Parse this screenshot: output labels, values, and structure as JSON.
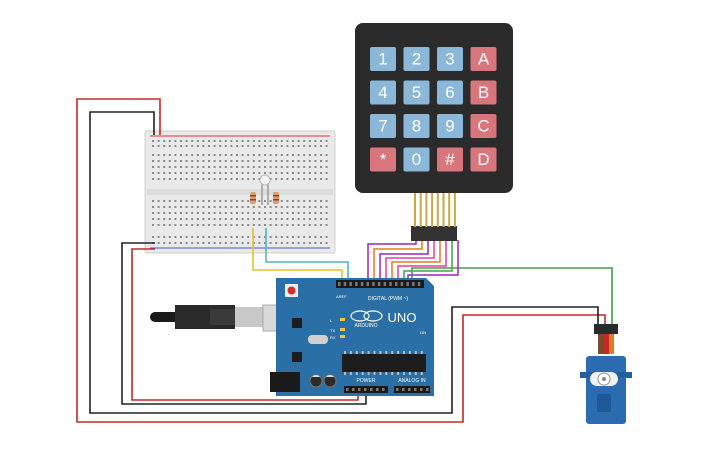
{
  "keypad": {
    "keys": [
      "1",
      "2",
      "3",
      "A",
      "4",
      "5",
      "6",
      "B",
      "7",
      "8",
      "9",
      "C",
      "*",
      "0",
      "#",
      "D"
    ]
  },
  "arduino": {
    "brand": "ARDUINO",
    "model": "UNO",
    "digital_label": "DIGITAL (PWM ~)",
    "power_label": "POWER",
    "analog_label": "ANALOG IN",
    "aref_label": "AREF",
    "tx_label": "TX",
    "rx_label": "RX",
    "l_label": "L",
    "on_label": "ON"
  },
  "colors": {
    "board_blue": "#2a6fa6",
    "keypad_body": "#2b2b2b",
    "key_blue": "#8bb8d8",
    "key_red": "#d9767d",
    "wire_red": "#c62828",
    "wire_black": "#222222",
    "wire_green": "#43a047",
    "wire_yellow": "#e6c229",
    "wire_cyan": "#4fb6c9",
    "wire_purple": "#9c27b0",
    "wire_pink": "#e040a0",
    "wire_orange": "#e07b20",
    "servo_blue": "#2b6cb0",
    "breadboard": "#e9e9e9"
  }
}
